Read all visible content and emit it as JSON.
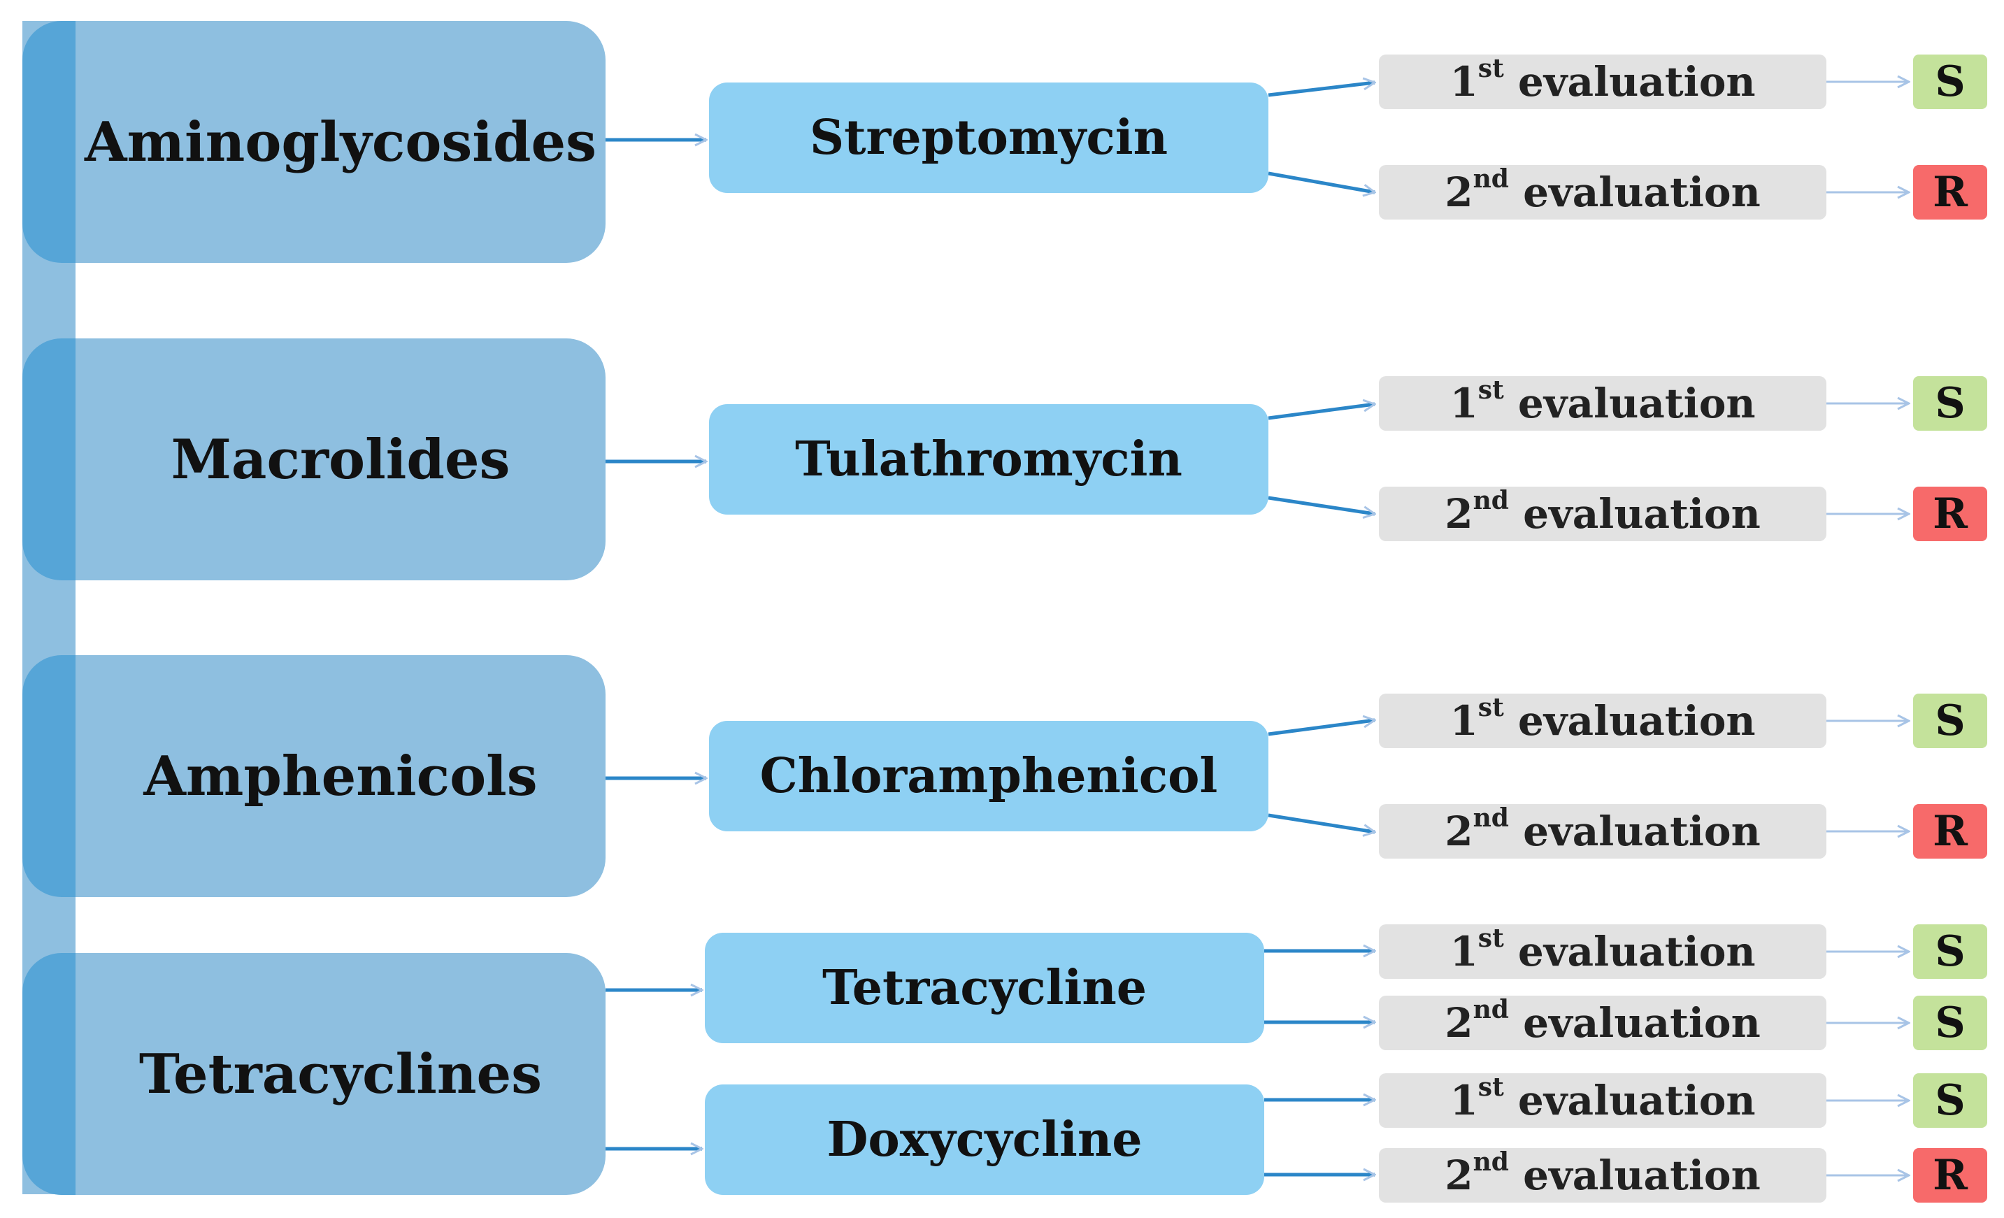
{
  "colors": {
    "class_box": "#8ebfe0",
    "class_strip": "#56a5d7",
    "drug_box": "#8ed0f3",
    "eval_box": "#e2e2e2",
    "susceptible": "#c4e29b",
    "resistant": "#f76a6a",
    "connector": "#2b86c8",
    "arrowhead": "#a8c4e6"
  },
  "icons": {
    "connector": "arrow-right-icon"
  },
  "classes": [
    {
      "name": "Aminoglycosides",
      "drugs": [
        {
          "name": "Streptomycin",
          "evaluations": [
            {
              "num": "1",
              "suffix": "st",
              "text": "evaluation",
              "result": "S"
            },
            {
              "num": "2",
              "suffix": "nd",
              "text": "evaluation",
              "result": "R"
            }
          ]
        }
      ]
    },
    {
      "name": "Macrolides",
      "drugs": [
        {
          "name": "Tulathromycin",
          "evaluations": [
            {
              "num": "1",
              "suffix": "st",
              "text": "evaluation",
              "result": "S"
            },
            {
              "num": "2",
              "suffix": "nd",
              "text": "evaluation",
              "result": "R"
            }
          ]
        }
      ]
    },
    {
      "name": "Amphenicols",
      "drugs": [
        {
          "name": "Chloramphenicol",
          "evaluations": [
            {
              "num": "1",
              "suffix": "st",
              "text": "evaluation",
              "result": "S"
            },
            {
              "num": "2",
              "suffix": "nd",
              "text": "evaluation",
              "result": "R"
            }
          ]
        }
      ]
    },
    {
      "name": "Tetracyclines",
      "drugs": [
        {
          "name": "Tetracycline",
          "evaluations": [
            {
              "num": "1",
              "suffix": "st",
              "text": "evaluation",
              "result": "S"
            },
            {
              "num": "2",
              "suffix": "nd",
              "text": "evaluation",
              "result": "S"
            }
          ]
        },
        {
          "name": "Doxycycline",
          "evaluations": [
            {
              "num": "1",
              "suffix": "st",
              "text": "evaluation",
              "result": "S"
            },
            {
              "num": "2",
              "suffix": "nd",
              "text": "evaluation",
              "result": "R"
            }
          ]
        }
      ]
    }
  ]
}
